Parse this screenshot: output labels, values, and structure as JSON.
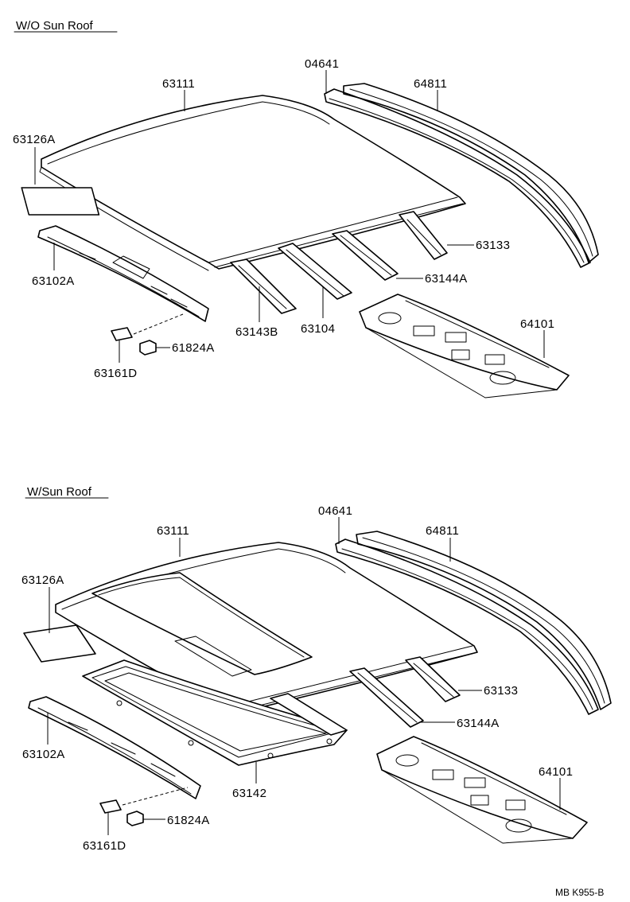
{
  "sections": {
    "without_sunroof": {
      "title": "W/O Sun Roof",
      "labels": {
        "p63111": "63111",
        "p04641": "04641",
        "p64811": "64811",
        "p63126a": "63126A",
        "p63133": "63133",
        "p63102a": "63102A",
        "p63144a": "63144A",
        "p64101": "64101",
        "p63143b": "63143B",
        "p63104": "63104",
        "p61824a": "61824A",
        "p63161d": "63161D"
      }
    },
    "with_sunroof": {
      "title": "W/Sun Roof",
      "labels": {
        "p63111": "63111",
        "p04641": "04641",
        "p64811": "64811",
        "p63126a": "63126A",
        "p63133": "63133",
        "p63144a": "63144A",
        "p63102a": "63102A",
        "p64101": "64101",
        "p63142": "63142",
        "p61824a": "61824A",
        "p63161d": "63161D"
      }
    }
  },
  "drawing_code": "MB K955-B"
}
